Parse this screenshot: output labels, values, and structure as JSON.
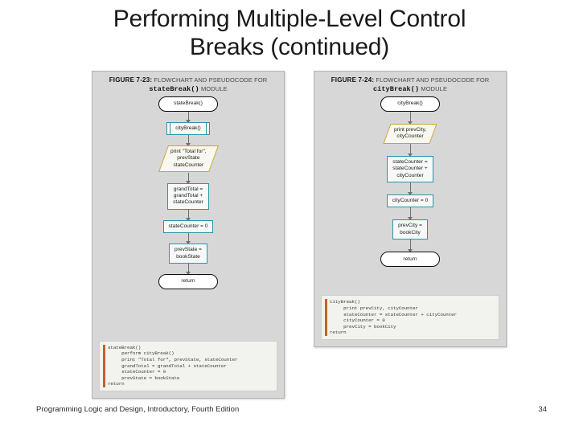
{
  "slide": {
    "title_line1": "Performing Multiple-Level Control",
    "title_line2": "Breaks (continued)"
  },
  "colors": {
    "panel_background": "#d7d7d7",
    "panel_border": "#b4b4b4",
    "process_border": "#2e93a8",
    "output_border": "#c7a52e",
    "terminal_border": "#0d0d0d",
    "pseudocode_background": "#f2f2ef",
    "pseudocode_accent_bar": "#c2622a",
    "connector": "#6f6f6f",
    "text": "#1b1b1b"
  },
  "figures": [
    {
      "id": "figure-7-23",
      "caption_number": "FIGURE 7-23:",
      "caption_text_1": "FLOWCHART AND PSEUDOCODE FOR",
      "caption_mono": "stateBreak()",
      "caption_text_2": "MODULE",
      "flowchart": {
        "nodes": [
          {
            "type": "terminal",
            "label": "stateBreak()"
          },
          {
            "type": "module",
            "label": "cityBreak()"
          },
          {
            "type": "output",
            "label": "print \"Total for\",\nprevState\nstateCounter"
          },
          {
            "type": "process",
            "label": "grandTotal =\ngrandTotal +\nstateCounter"
          },
          {
            "type": "process",
            "label": "stateCounter = 0"
          },
          {
            "type": "process",
            "label": "prevState =\nbookState"
          },
          {
            "type": "terminal",
            "label": "return"
          }
        ]
      },
      "pseudocode": "stateBreak()\n     perform cityBreak()\n     print \"Total for\", prevState, stateCounter\n     grandTotal = grandTotal + stateCounter\n     stateCounter = 0\n     prevState = bookState\nreturn"
    },
    {
      "id": "figure-7-24",
      "caption_number": "FIGURE 7-24:",
      "caption_text_1": "FLOWCHART AND PSEUDOCODE FOR",
      "caption_mono": "cityBreak()",
      "caption_text_2": "MODULE",
      "flowchart": {
        "nodes": [
          {
            "type": "terminal",
            "label": "cityBreak()"
          },
          {
            "type": "output",
            "label": "print prevCity,\ncityCounter"
          },
          {
            "type": "process",
            "label": "stateCounter =\nstateCounter +\ncityCounter"
          },
          {
            "type": "process",
            "label": "cityCounter = 0"
          },
          {
            "type": "process",
            "label": "prevCity =\nbookCity"
          },
          {
            "type": "terminal",
            "label": "return"
          }
        ]
      },
      "pseudocode": "cityBreak()\n     print prevCity, cityCounter\n     stateCounter = stateCounter + cityCounter\n     cityCounter = 0\n     prevCity = bookCity\nreturn"
    }
  ],
  "footer": {
    "source": "Programming Logic and Design, Introductory, Fourth Edition",
    "page_number": "34"
  }
}
